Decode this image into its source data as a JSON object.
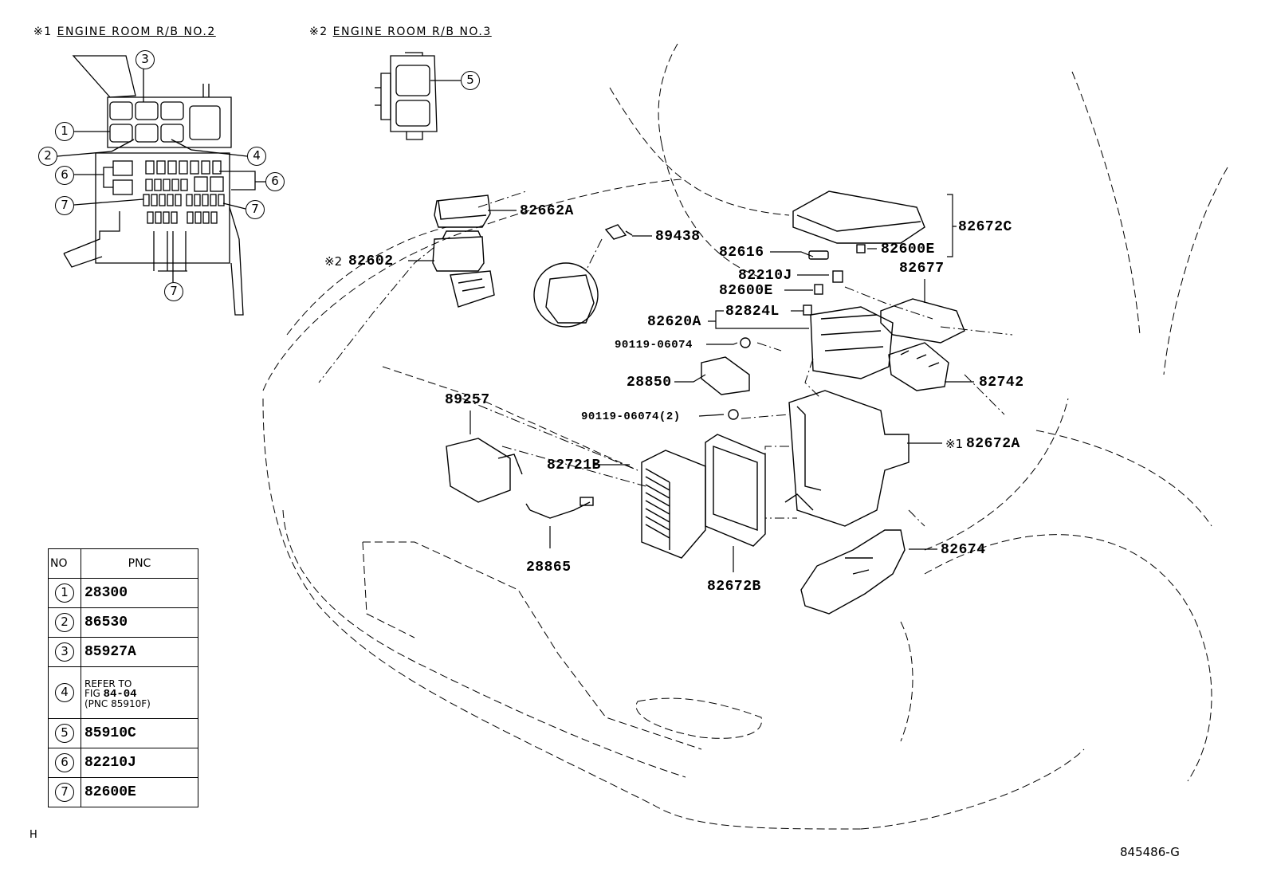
{
  "headers": {
    "rb2_mark": "※1",
    "rb2_title": "ENGINE ROOM R/B NO.2",
    "rb3_mark": "※2",
    "rb3_title": "ENGINE ROOM R/B NO.3"
  },
  "inset_callouts": {
    "c1": "1",
    "c2": "2",
    "c3": "3",
    "c4": "4",
    "c5": "5",
    "c6a": "6",
    "c6b": "6",
    "c7a": "7",
    "c7b": "7",
    "c7c": "7"
  },
  "part_labels": {
    "p82662A": "82662A",
    "p89438": "89438",
    "p82602_mark": "※2",
    "p82602": "82602",
    "p82672C": "82672C",
    "p82616": "82616",
    "p82600E_top": "82600E",
    "p82210J": "82210J",
    "p82677": "82677",
    "p82600E_mid": "82600E",
    "p82824L": "82824L",
    "p82620A": "82620A",
    "p90119_a": "90119-06074",
    "p28850": "28850",
    "p82742": "82742",
    "p89257": "89257",
    "p90119_b": "90119-06074(2)",
    "p82672A_mark": "※1",
    "p82672A": "82672A",
    "p82721B": "82721B",
    "p28865": "28865",
    "p82672B": "82672B",
    "p82674": "82674"
  },
  "table": {
    "header_no": "NO",
    "header_pnc": "PNC",
    "rows": [
      {
        "no": "1",
        "pnc": "28300"
      },
      {
        "no": "2",
        "pnc": "86530"
      },
      {
        "no": "3",
        "pnc": "85927A"
      },
      {
        "no": "4",
        "ref_line1": "REFER TO",
        "ref_line2_prefix": "FIG",
        "ref_fig": "84-04",
        "ref_line3": "(PNC 85910F)"
      },
      {
        "no": "5",
        "pnc": "85910C"
      },
      {
        "no": "6",
        "pnc": "82210J"
      },
      {
        "no": "7",
        "pnc": "82600E"
      }
    ]
  },
  "footer": {
    "corner_mark": "H",
    "figure_code": "845486-G"
  }
}
